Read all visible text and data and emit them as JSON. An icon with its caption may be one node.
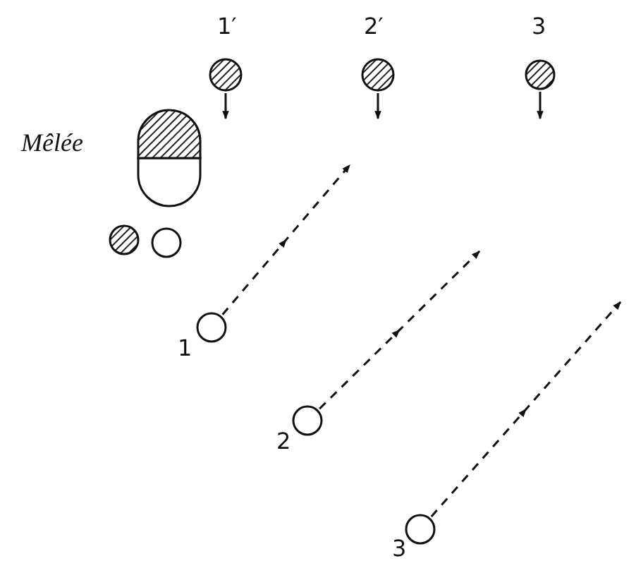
{
  "diagram": {
    "nodes": [
      {
        "text": [],
        "shape": "circle",
        "beside": [
          "1′"
        ]
      },
      {
        "text": [],
        "shape": "circle",
        "beside": [
          "2′"
        ]
      },
      {
        "text": [],
        "shape": "circle",
        "beside": [
          "3"
        ]
      },
      {
        "text": [],
        "shape": "capsule",
        "beside": [
          "Mêlée"
        ]
      },
      {
        "text": [],
        "shape": "circle"
      },
      {
        "text": [],
        "shape": "circle"
      },
      {
        "text": [],
        "shape": "circle",
        "beside": [
          "1"
        ]
      },
      {
        "text": [],
        "shape": "circle",
        "beside": [
          "2"
        ]
      },
      {
        "text": [],
        "shape": "circle",
        "beside": [
          "3"
        ]
      }
    ],
    "edges": [
      {
        "from": 0,
        "to": null,
        "arrow": "to"
      },
      {
        "from": 1,
        "to": null,
        "arrow": "to"
      },
      {
        "from": 2,
        "to": null,
        "arrow": "to"
      },
      {
        "from": 6,
        "to": null,
        "arrow": "to",
        "style": "dashed"
      },
      {
        "from": 7,
        "to": null,
        "arrow": "to",
        "style": "dashed"
      },
      {
        "from": 8,
        "to": null,
        "arrow": "to",
        "style": "dashed"
      }
    ]
  }
}
